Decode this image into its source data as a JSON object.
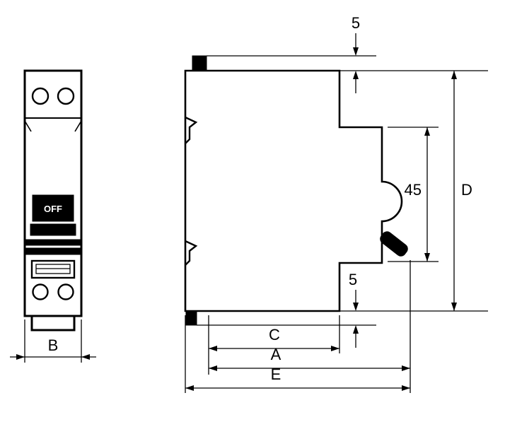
{
  "front_view": {
    "switch_label": "OFF",
    "dim_width": "B"
  },
  "side_view": {
    "dim_top_offset": "5",
    "dim_face_height": "45",
    "dim_height": "D",
    "dim_bottom_offset": "5",
    "dim_c": "C",
    "dim_a": "A",
    "dim_e": "E"
  },
  "colors": {
    "ink": "#000000",
    "paper": "#ffffff"
  }
}
